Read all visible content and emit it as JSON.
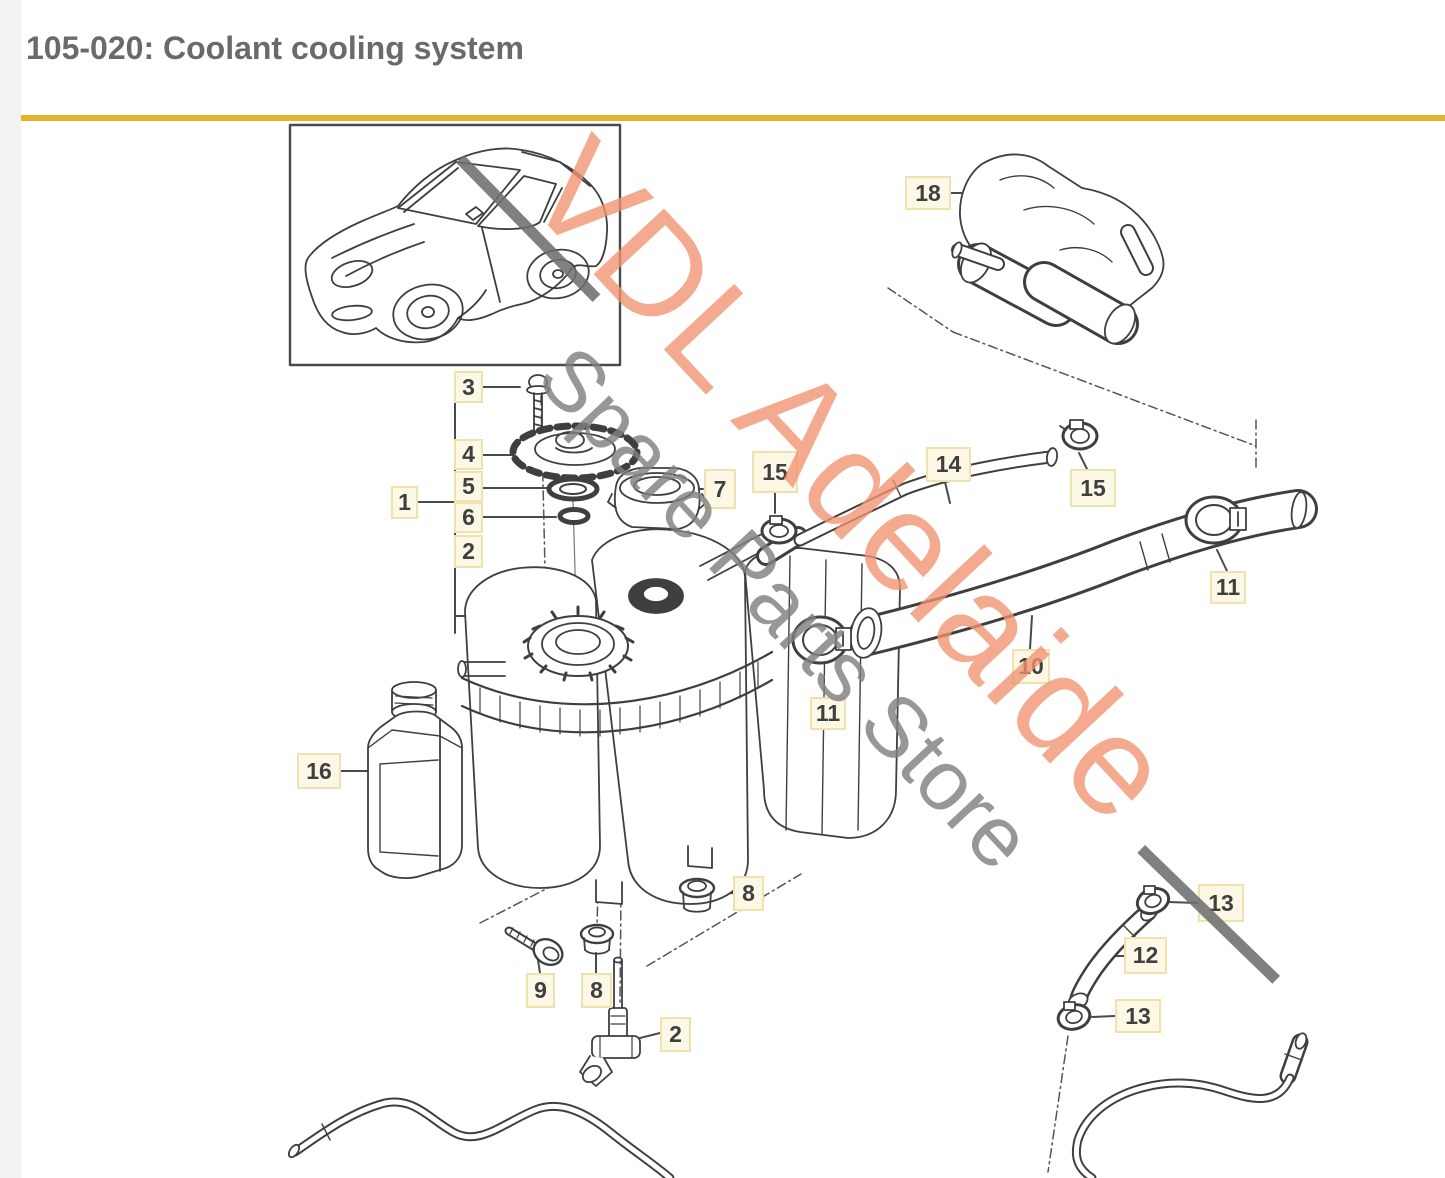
{
  "header": {
    "title": "105-020: Coolant cooling system"
  },
  "divider_color": "#e0b42c",
  "watermark": {
    "primary": "VDL Adelaide",
    "secondary": "Spare Parts Store",
    "primary_color": "#f09270",
    "secondary_color": "#808080"
  },
  "label_style": {
    "bg": "#fdf8e6",
    "border": "#efe2ad",
    "text_color": "#3f3f3f"
  },
  "callouts": {
    "c1": "1",
    "c2_bracket": "2",
    "c2_sensor": "2",
    "c3": "3",
    "c4": "4",
    "c5": "5",
    "c6": "6",
    "c7": "7",
    "c8_right": "8",
    "c8_left": "8",
    "c9": "9",
    "c10": "10",
    "c11_right": "11",
    "c11_left": "11",
    "c12": "12",
    "c13_top": "13",
    "c13_bottom": "13",
    "c14": "14",
    "c15_left": "15",
    "c15_right": "15",
    "c16": "16",
    "c18": "18"
  }
}
